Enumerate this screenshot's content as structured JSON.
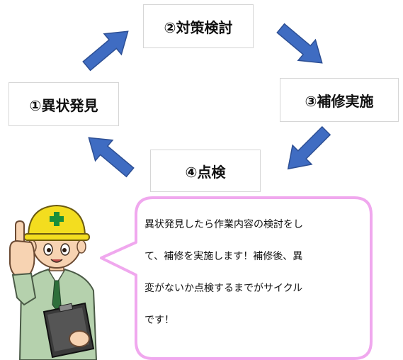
{
  "steps": [
    {
      "label": "①異状発見"
    },
    {
      "label": "②対策検討"
    },
    {
      "label": "③補修実施"
    },
    {
      "label": "④点検"
    }
  ],
  "bubble": {
    "lines": [
      "異状発見したら作業内容の検討をし",
      "て、補修を実施します！補修後、異",
      "変がないか点検するまでがサイクル",
      "です！"
    ]
  },
  "colors": {
    "arrow": "#3f6cc2",
    "arrow_outline": "#2d4f94",
    "bubble_border": "#f0a8ee",
    "box_border": "#d6d6d6",
    "helmet": "#f3dd1f",
    "helmet_cross": "#1b8f3a",
    "jacket": "#b5d1ad"
  },
  "icons": [
    "cycle-arrow-icon",
    "worker-character-icon",
    "helmet-icon",
    "clipboard-icon"
  ]
}
